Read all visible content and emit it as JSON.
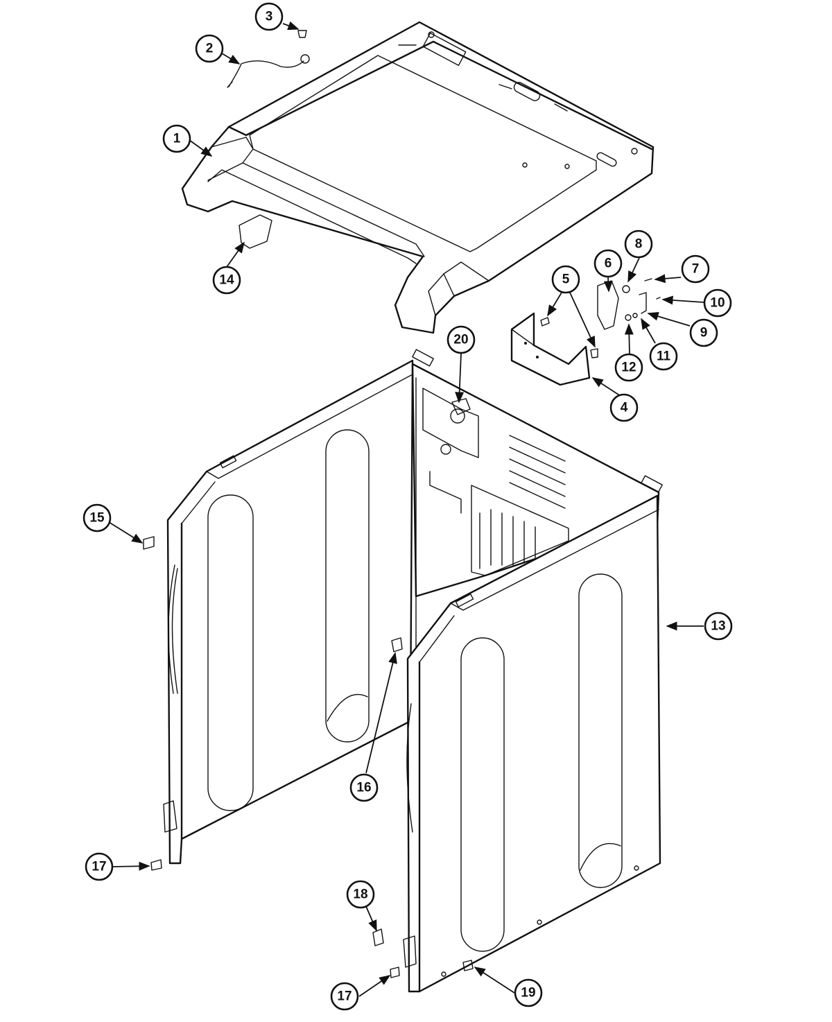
{
  "callouts": [
    {
      "id": "c1",
      "label": "1"
    },
    {
      "id": "c2",
      "label": "2"
    },
    {
      "id": "c3",
      "label": "3"
    },
    {
      "id": "c4",
      "label": "4"
    },
    {
      "id": "c5",
      "label": "5"
    },
    {
      "id": "c6",
      "label": "6"
    },
    {
      "id": "c7",
      "label": "7"
    },
    {
      "id": "c8",
      "label": "8"
    },
    {
      "id": "c9",
      "label": "9"
    },
    {
      "id": "c10",
      "label": "10"
    },
    {
      "id": "c11",
      "label": "11"
    },
    {
      "id": "c12",
      "label": "12"
    },
    {
      "id": "c13",
      "label": "13"
    },
    {
      "id": "c14",
      "label": "14"
    },
    {
      "id": "c15",
      "label": "15"
    },
    {
      "id": "c16",
      "label": "16"
    },
    {
      "id": "c17a",
      "label": "17"
    },
    {
      "id": "c17b",
      "label": "17"
    },
    {
      "id": "c18",
      "label": "18"
    },
    {
      "id": "c19",
      "label": "19"
    },
    {
      "id": "c20",
      "label": "20"
    }
  ]
}
